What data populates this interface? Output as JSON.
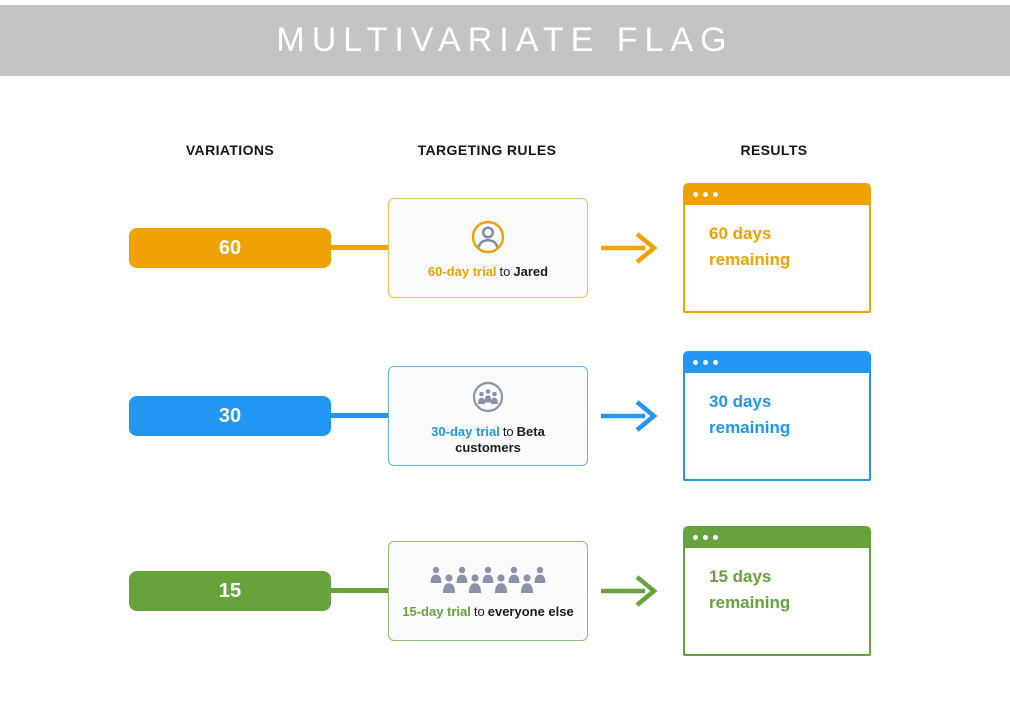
{
  "header": {
    "title": "MULTIVARIATE FLAG"
  },
  "columns": {
    "variations": "VARIATIONS",
    "targeting_rules": "TARGETING RULES",
    "results": "RESULTS"
  },
  "colors": {
    "header_gray": "#c4c4c4",
    "orange": "#f0a202",
    "blue": "#2196f3",
    "green": "#67a33c",
    "icon_slate": "#8a92ac"
  },
  "rows": [
    {
      "variation_label": "60",
      "color": "#f0a202",
      "icon": "user-circle-icon",
      "rule": {
        "highlight": "60-day trial",
        "connector": "to",
        "target": "Jared"
      },
      "result": {
        "line1": "60 days",
        "line2": "remaining"
      }
    },
    {
      "variation_label": "30",
      "color": "#2196f3",
      "icon": "globe-users-icon",
      "rule": {
        "highlight": "30-day trial",
        "connector": "to",
        "target": "Beta customers"
      },
      "result": {
        "line1": "30 days",
        "line2": "remaining"
      }
    },
    {
      "variation_label": "15",
      "color": "#67a33c",
      "icon": "crowd-icon",
      "rule": {
        "highlight": "15-day trial",
        "connector": "to",
        "target": "everyone else"
      },
      "result": {
        "line1": "15 days",
        "line2": "remaining"
      }
    }
  ]
}
